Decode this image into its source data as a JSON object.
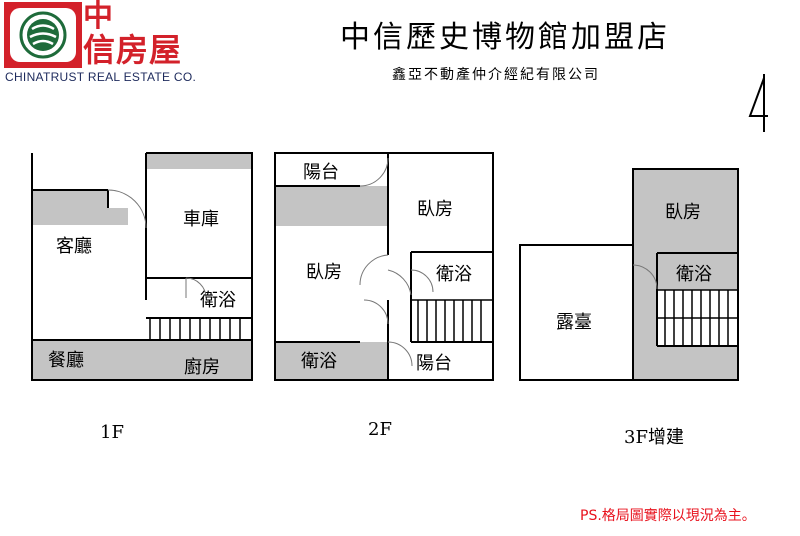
{
  "logo": {
    "brand_cn_line1": "中",
    "brand_cn_line2": "信房屋",
    "brand_en": "CHINATRUST REAL ESTATE CO.",
    "colors": {
      "red": "#d3212a",
      "green": "#1e6b3a",
      "navy": "#1d2a5c"
    }
  },
  "header": {
    "title": "中信歷史博物館加盟店",
    "subtitle": "鑫亞不動產仲介經紀有限公司",
    "north_mark": "N"
  },
  "floors": {
    "f1": {
      "label": "1F",
      "rooms": {
        "living": "客廳",
        "garage": "車庫",
        "bath": "衛浴",
        "dining": "餐廳",
        "kitchen": "廚房"
      }
    },
    "f2": {
      "label": "2F",
      "rooms": {
        "balcony_top": "陽台",
        "bedroom_right": "臥房",
        "bedroom_left": "臥房",
        "bath_right": "衛浴",
        "bath_bottom": "衛浴",
        "balcony_bottom": "陽台"
      }
    },
    "f3": {
      "label": "3F增建",
      "rooms": {
        "terrace": "露臺",
        "bedroom": "臥房",
        "bath": "衛浴"
      }
    }
  },
  "footer": {
    "note": "PS.格局圖實際以現況為主。"
  },
  "colors": {
    "fill": "#c4c4c4",
    "wall": "#000000",
    "note": "#e8121d"
  }
}
